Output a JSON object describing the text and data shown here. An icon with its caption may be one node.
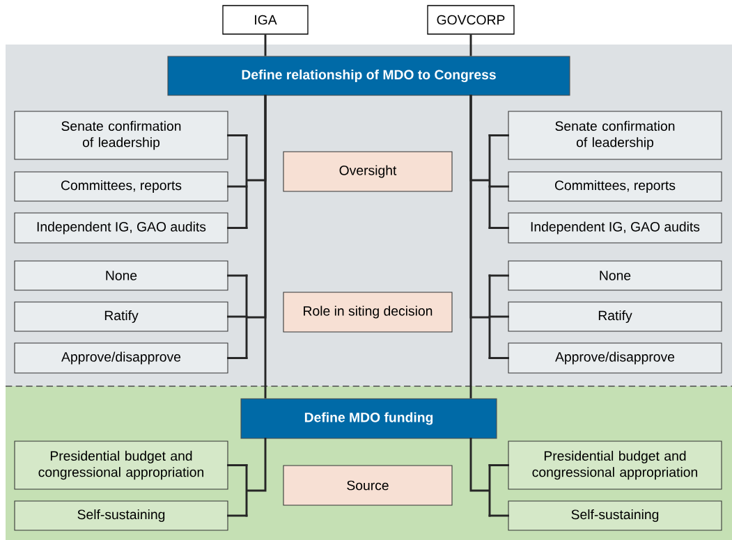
{
  "diagram": {
    "nodes": [
      {
        "text": [
          "IGA"
        ]
      },
      {
        "text": [
          "GOVCORP"
        ]
      },
      {
        "text": [
          "Define relationship of MDO to Congress"
        ]
      },
      {
        "text": [
          "Senate confirmation of leadership"
        ]
      },
      {
        "text": [
          "Senate confirmation of leadership"
        ]
      },
      {
        "text": [
          "Oversight"
        ]
      },
      {
        "text": [
          "Committees, reports"
        ]
      },
      {
        "text": [
          "Committees, reports"
        ]
      },
      {
        "text": [
          "Independent IG, GAO audits"
        ]
      },
      {
        "text": [
          "Independent IG, GAO audits"
        ]
      },
      {
        "text": [
          "None"
        ]
      },
      {
        "text": [
          "None"
        ]
      },
      {
        "text": [
          "Role in siting decision"
        ]
      },
      {
        "text": [
          "Ratify"
        ]
      },
      {
        "text": [
          "Ratify"
        ]
      },
      {
        "text": [
          "Approve/disapprove"
        ]
      },
      {
        "text": [
          "Approve/disapprove"
        ]
      },
      {
        "text": [
          "Define MDO funding"
        ]
      },
      {
        "text": [
          "Presidential budget and congressional appropriation"
        ]
      },
      {
        "text": [
          "Presidential budget and congressional appropriation"
        ]
      },
      {
        "text": [
          "Source"
        ]
      },
      {
        "text": [
          "Self-sustaining"
        ]
      },
      {
        "text": [
          "Self-sustaining"
        ]
      }
    ],
    "edges": [
      {
        "from": 0,
        "to": 2,
        "arrow": "none"
      },
      {
        "from": 1,
        "to": 2,
        "arrow": "none"
      },
      {
        "from": 2,
        "to": 17,
        "arrow": "none"
      },
      {
        "from": 2,
        "to": 17,
        "arrow": "none"
      },
      {
        "from": 2,
        "to": 3,
        "arrow": "none"
      },
      {
        "from": 2,
        "to": 6,
        "arrow": "none"
      },
      {
        "from": 2,
        "to": 8,
        "arrow": "none"
      },
      {
        "from": 2,
        "to": 4,
        "arrow": "none"
      },
      {
        "from": 2,
        "to": 7,
        "arrow": "none"
      },
      {
        "from": 2,
        "to": 9,
        "arrow": "none"
      },
      {
        "from": 2,
        "to": 10,
        "arrow": "none"
      },
      {
        "from": 2,
        "to": 13,
        "arrow": "none"
      },
      {
        "from": 2,
        "to": 15,
        "arrow": "none"
      },
      {
        "from": 2,
        "to": 11,
        "arrow": "none"
      },
      {
        "from": 2,
        "to": 14,
        "arrow": "none"
      },
      {
        "from": 2,
        "to": 16,
        "arrow": "none"
      },
      {
        "from": 17,
        "to": 18,
        "arrow": "none"
      },
      {
        "from": 17,
        "to": 21,
        "arrow": "none"
      },
      {
        "from": 17,
        "to": 19,
        "arrow": "none"
      },
      {
        "from": 17,
        "to": 22,
        "arrow": "none"
      }
    ]
  }
}
